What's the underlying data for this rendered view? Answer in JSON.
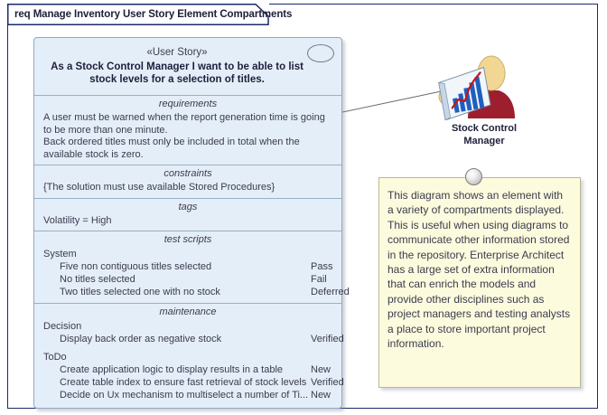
{
  "frame": {
    "title": "req Manage Inventory User Story Element Compartments",
    "border_color": "#1b2a6b"
  },
  "element": {
    "name_stereotype": "«User Story»",
    "name": "As a Stock Control Manager I want to be able to list stock levels for a selection of titles.",
    "icon": "usecase-ellipse-icon",
    "fill_color": "#e4eef8",
    "border_color": "#8fa8c4",
    "compartments": [
      {
        "title": "requirements",
        "lines": [
          "A user must be warned when the report generation time is going to be more than one minute.",
          "Back ordered titles must only be included in total when the available stock is zero."
        ]
      },
      {
        "title": "constraints",
        "lines": [
          "{The solution must use available Stored Procedures}"
        ]
      },
      {
        "title": "tags",
        "lines": [
          "Volatility = High"
        ]
      },
      {
        "title": "test scripts",
        "groups": [
          {
            "label": "System",
            "rows": [
              {
                "text": "Five non contiguous titles selected",
                "status": "Pass"
              },
              {
                "text": "No titles selected",
                "status": "Fail"
              },
              {
                "text": "Two titles selected one with no stock",
                "status": "Deferred"
              }
            ]
          }
        ]
      },
      {
        "title": "maintenance",
        "groups": [
          {
            "label": "Decision",
            "rows": [
              {
                "text": "Display back order as negative stock",
                "status": "Verified"
              }
            ]
          },
          {
            "label": "ToDo",
            "rows": [
              {
                "text": "Create application logic to display results in a table",
                "status": "New"
              },
              {
                "text": "Create table index to ensure fast retrieval of stock levels",
                "status": "Verified"
              },
              {
                "text": "Decide on Ux mechanism to multiselect a number of Ti...",
                "status": "New"
              }
            ]
          }
        ]
      }
    ]
  },
  "actor": {
    "label": "Stock Control Manager",
    "icon": "business-analyst-actor-icon",
    "body_color": "#9d1f2d",
    "head_color": "#f0d58c"
  },
  "note": {
    "text": "This diagram shows an element with a variety of compartments displayed. This is useful when using diagrams to communicate other information stored in the repository. Enterprise Architect has a large set of extra information that can enrich the models and provide other disciplines such as project managers and testing analysts a place to store important project information.",
    "fill_color": "#fdfbdd",
    "border_color": "#b9b98c"
  }
}
